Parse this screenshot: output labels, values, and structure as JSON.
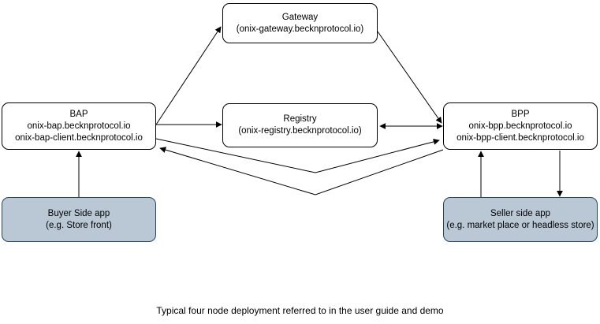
{
  "diagram": {
    "nodes": {
      "gateway": {
        "line1": "Gateway",
        "line2": "(onix-gateway.becknprotocol.io)"
      },
      "bap": {
        "line1": "BAP",
        "line2": "onix-bap.becknprotocol.io",
        "line3": "onix-bap-client.becknprotocol.io"
      },
      "registry": {
        "line1": "Registry",
        "line2": "(onix-registry.becknprotocol.io)"
      },
      "bpp": {
        "line1": "BPP",
        "line2": "onix-bpp.becknprotocol.io",
        "line3": "onix-bpp-client.becknprotocol.io"
      },
      "buyer_app": {
        "line1": "Buyer Side app",
        "line2": "(e.g. Store front)"
      },
      "seller_app": {
        "line1": "Seller side app",
        "line2": "(e.g. market place or headless store)"
      }
    },
    "edges": [
      "bap -> gateway",
      "bap -> registry",
      "gateway -> bpp",
      "registry <-> bpp",
      "bap -> bpp",
      "bpp -> bap",
      "buyer_app -> bap",
      "seller_app -> bpp",
      "bpp -> seller_app"
    ],
    "caption": "Typical four node deployment referred to in the user guide and demo",
    "colors": {
      "node_fill": "#ffffff",
      "node_stroke": "#000000",
      "app_fill": "#bac8d5",
      "app_stroke": "#23445d",
      "edge": "#000000",
      "text": "#000000",
      "background": "#ffffff"
    }
  }
}
